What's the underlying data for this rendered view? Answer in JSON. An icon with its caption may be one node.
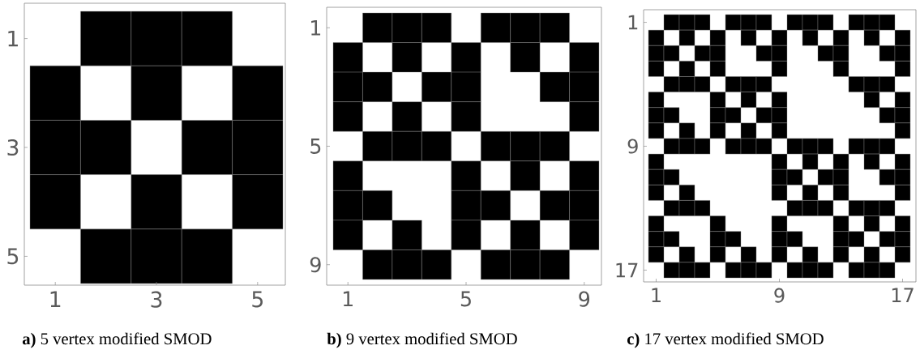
{
  "diagram": {
    "labels": [
      "1",
      "3",
      "5",
      "1",
      "3",
      "5",
      "**a)** 5 vertex modified SMOD",
      "1",
      "5",
      "9",
      "1",
      "5",
      "9",
      "**b)** 9 vertex modified SMOD",
      "1",
      "9",
      "17",
      "1",
      "9",
      "17",
      "**c)** 17 vertex modified SMOD"
    ]
  }
}
